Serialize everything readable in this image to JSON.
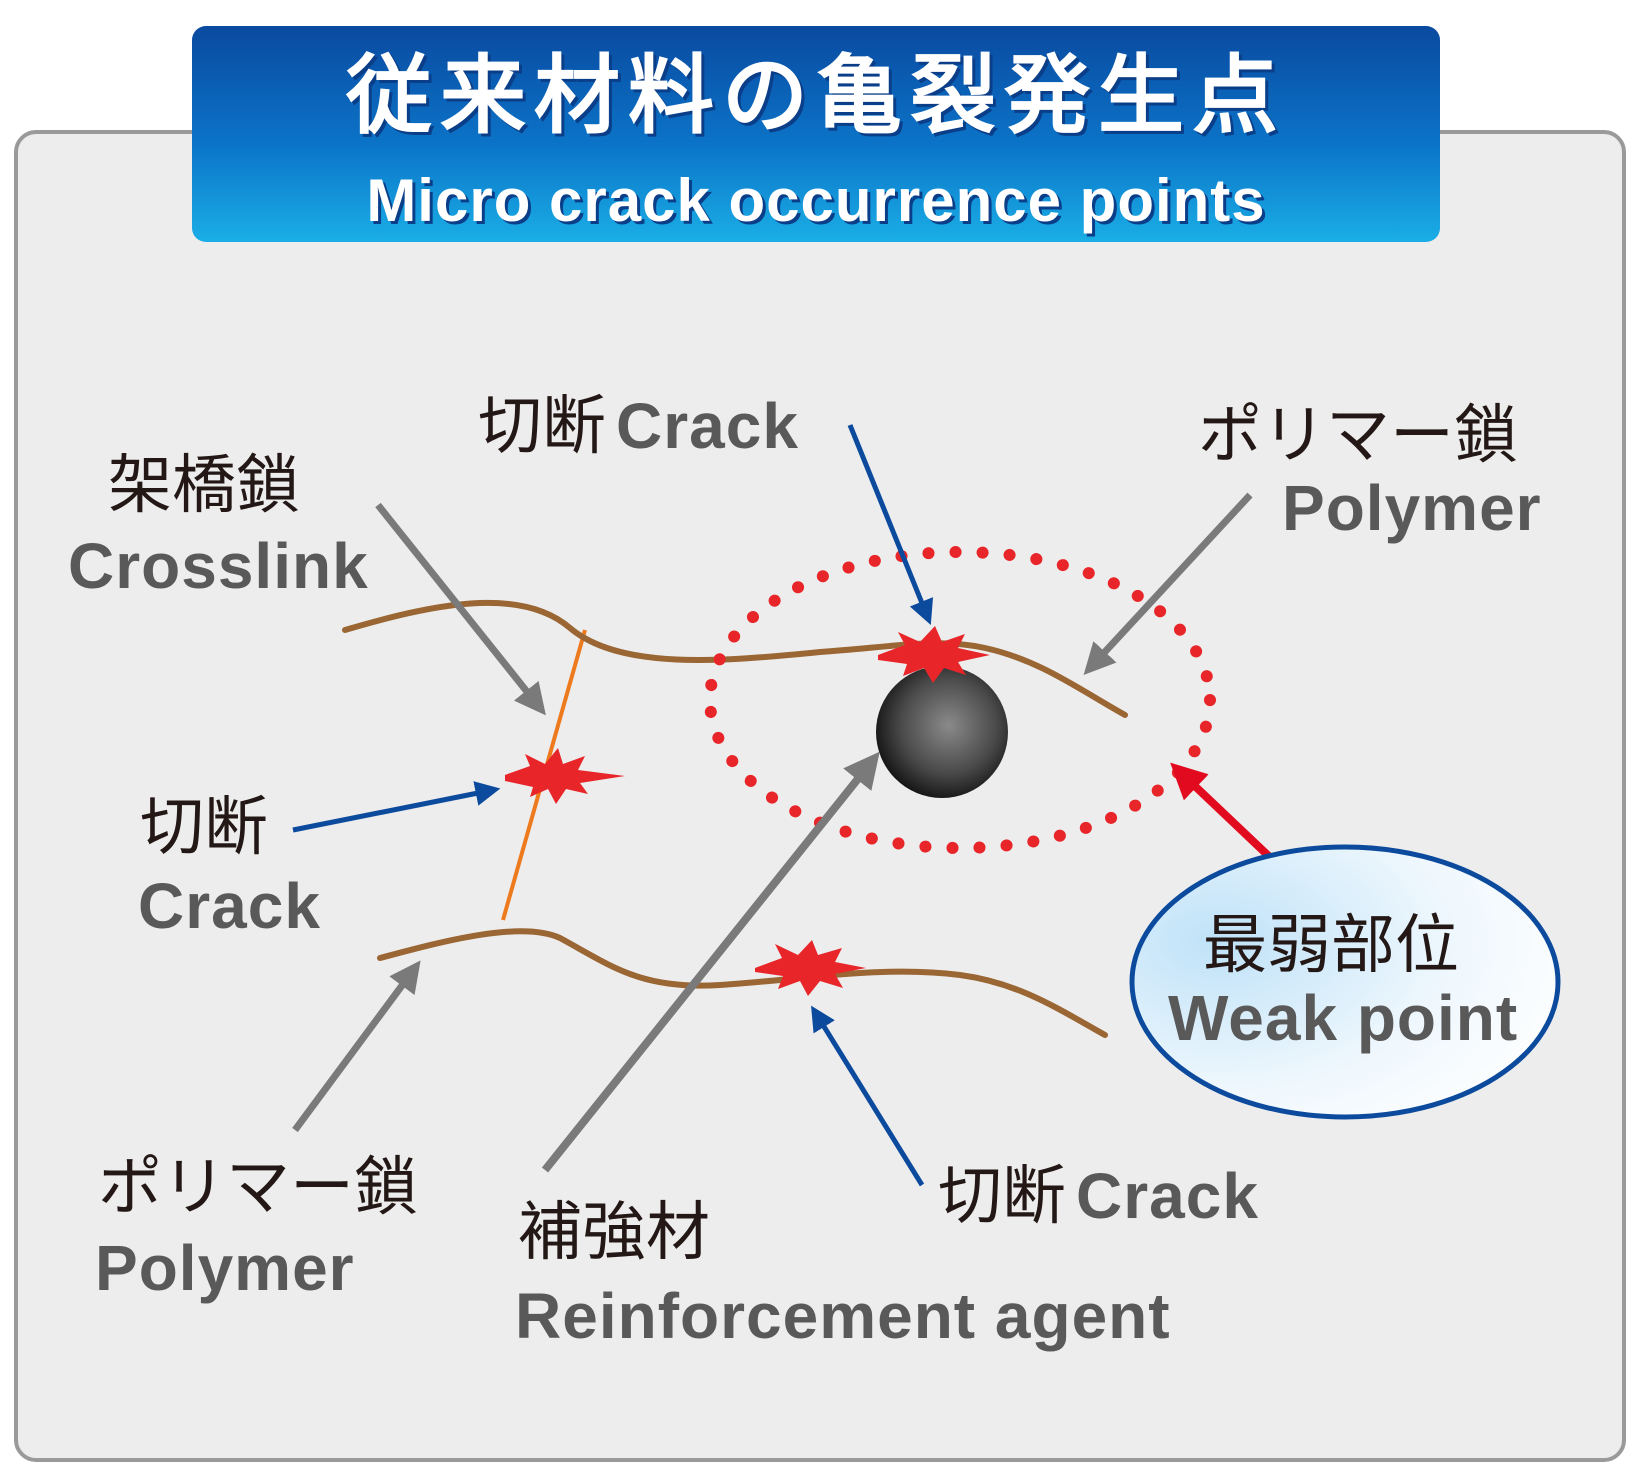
{
  "title": {
    "jp": "従来材料の亀裂発生点",
    "en": "Micro crack occurrence points"
  },
  "labels": {
    "crack_top": {
      "jp": "切断",
      "en": "Crack"
    },
    "polymer_top_right": {
      "jp": "ポリマー鎖",
      "en": "Polymer"
    },
    "crosslink": {
      "jp": "架橋鎖",
      "en": "Crosslink"
    },
    "crack_left": {
      "jp": "切断",
      "en": "Crack"
    },
    "weak_point": {
      "jp": "最弱部位",
      "en": "Weak point"
    },
    "polymer_bottom_left": {
      "jp": "ポリマー鎖",
      "en": "Polymer"
    },
    "reinforcement": {
      "jp": "補強材",
      "en": "Reinforcement agent"
    },
    "crack_bottom": {
      "jp": "切断",
      "en": "Crack"
    }
  },
  "colors": {
    "polymer_chain": "#9a6634",
    "crosslink": "#ee7a1e",
    "crack_burst": "#e8262a",
    "blue_arrow": "#0b4a9c",
    "gray_arrow": "#7a7a7a",
    "red_arrow": "#e20a1e",
    "dotted_ellipse": "#e8262a",
    "title_gradient_top": "#0a4aa0",
    "title_gradient_bottom": "#1aaee6"
  }
}
